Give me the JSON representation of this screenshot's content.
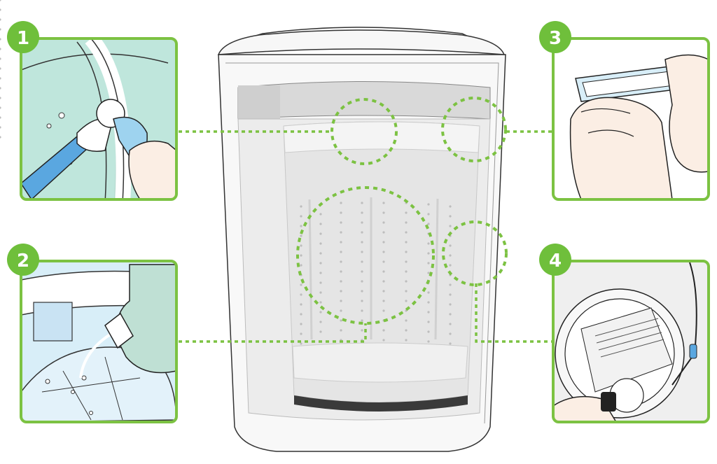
{
  "colors": {
    "accent_green": "#7cc242",
    "badge_green": "#6fbf3b",
    "panel_mint": "#bfe6dc",
    "panel_sky": "#d8eef8",
    "hand_skin": "#fbeee4",
    "tool_blue": "#5aa7e0",
    "outline": "#222222",
    "machine_gray": "#e3e3e3"
  },
  "steps": [
    {
      "number": "1",
      "icon": "cleaning-door-gasket-icon"
    },
    {
      "number": "2",
      "icon": "pouring-detergent-icon"
    },
    {
      "number": "3",
      "icon": "cleaning-filter-icon"
    },
    {
      "number": "4",
      "icon": "cleaning-drain-icon"
    }
  ],
  "machine": {
    "icon": "top-load-washing-machine-icon"
  }
}
